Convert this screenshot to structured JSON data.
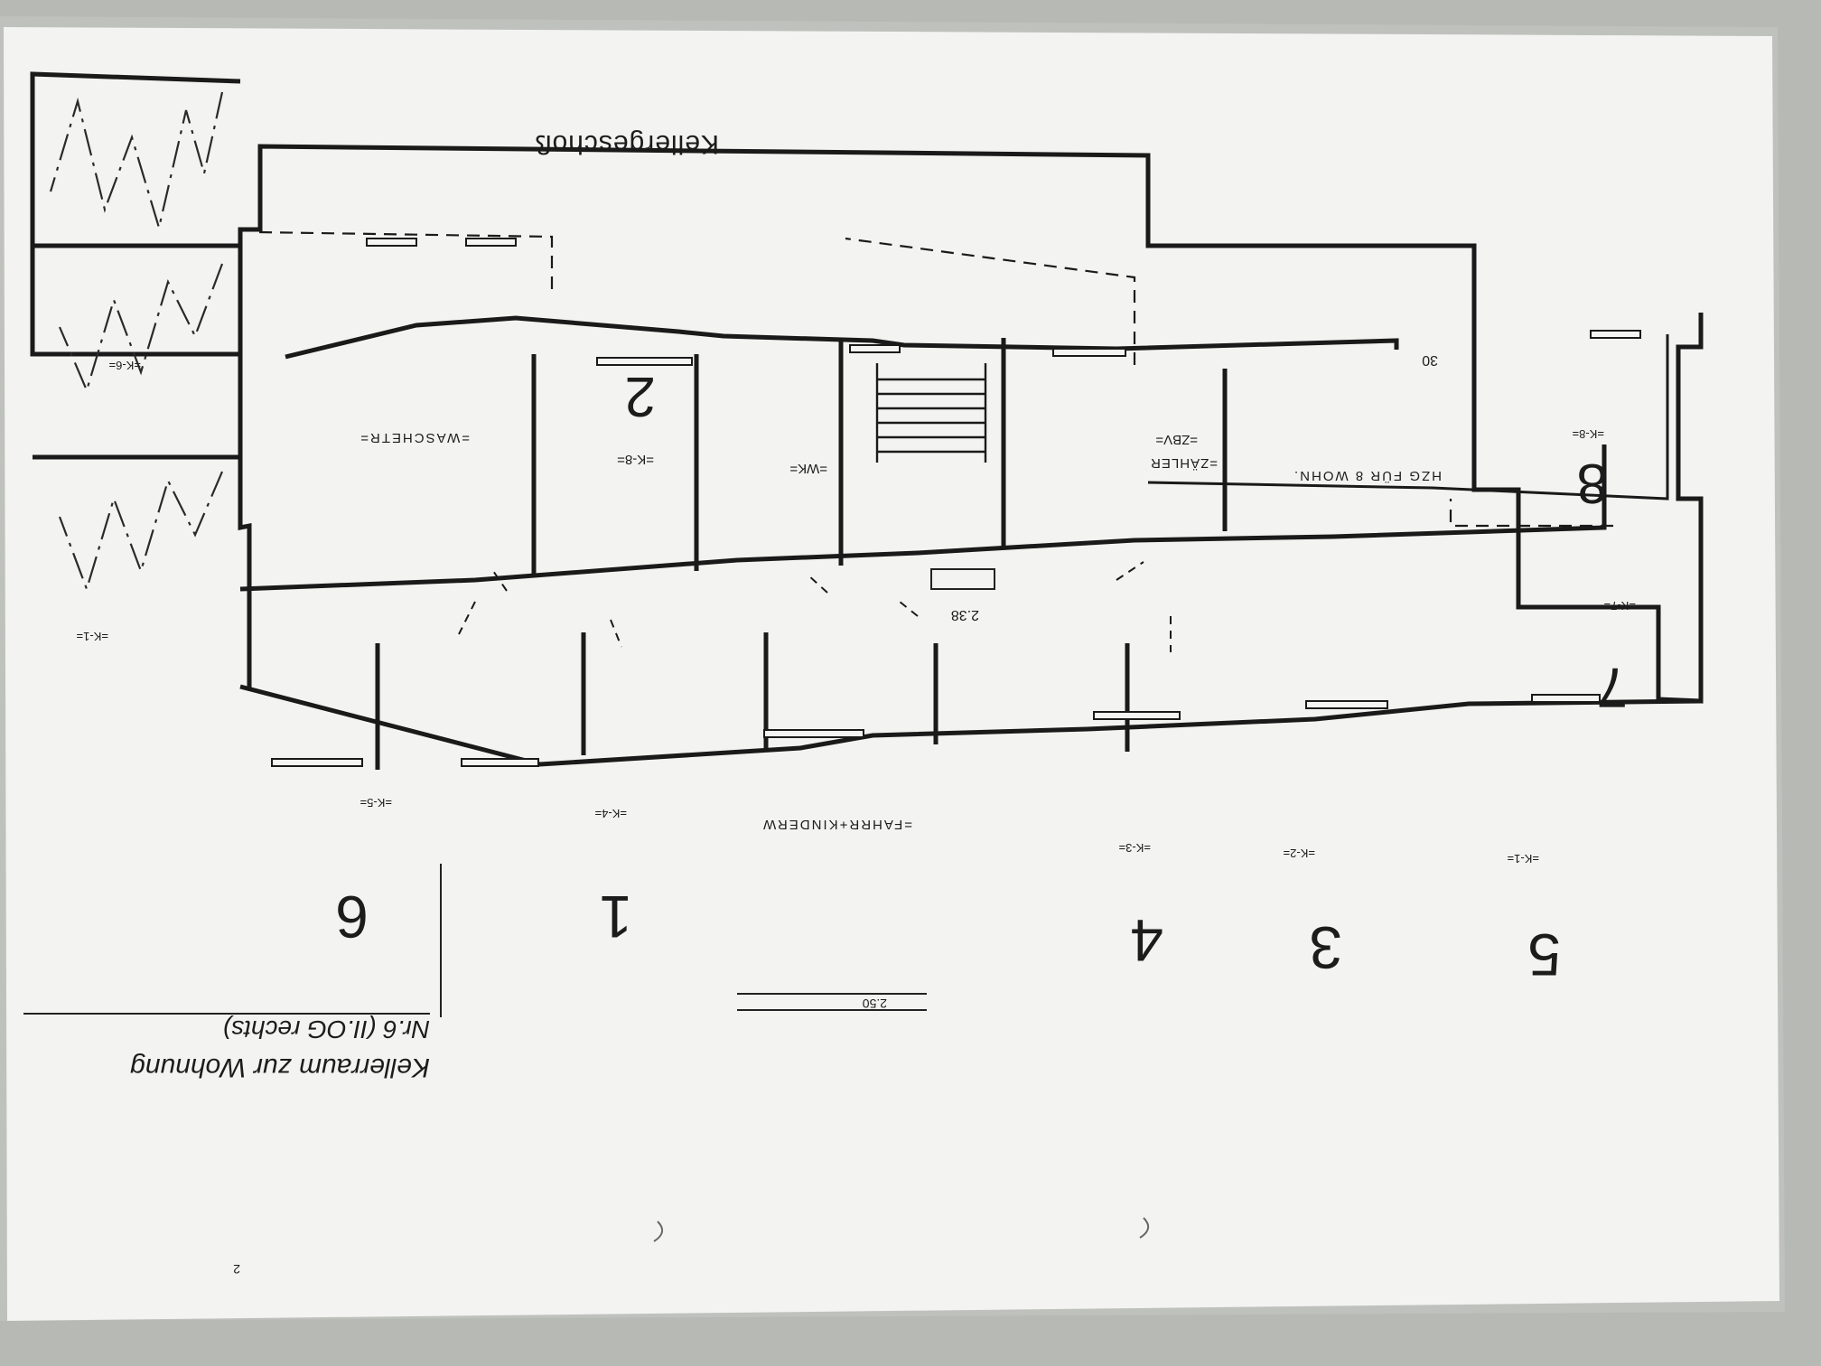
{
  "drawing": {
    "title": "Kellergeschoß",
    "annotation_line1": "Kellerraum zur Wohnung",
    "annotation_line2": "Nr.6 (II.OG rechts)"
  },
  "rooms": {
    "waschetr": "=WASCHETR=",
    "k8": "=K-8=",
    "wk": "=WK=",
    "zaehler": "=ZÄHLER",
    "zbv": "=ZBV=",
    "hzg": "HZG FÜR 8 WOHN.",
    "k6_annex": "=K-6=",
    "k7": "=K-7=",
    "k8_right": "=K-8=",
    "k5": "=K-5=",
    "k4": "=K-4=",
    "fahrrad": "=FAHRR+KINDERW",
    "k3": "=K-3=",
    "k2": "=K-2=",
    "k1": "=K-1=",
    "k_left": "=K-1="
  },
  "handwritten": {
    "n6": "6",
    "n1": "1",
    "n2": "2",
    "n4": "4",
    "n3": "3",
    "n5": "5",
    "n7": "7",
    "n8": "8"
  },
  "dimensions": {
    "d238": "2.38",
    "d30": "30",
    "d250": "2.50"
  },
  "page_number": "2"
}
